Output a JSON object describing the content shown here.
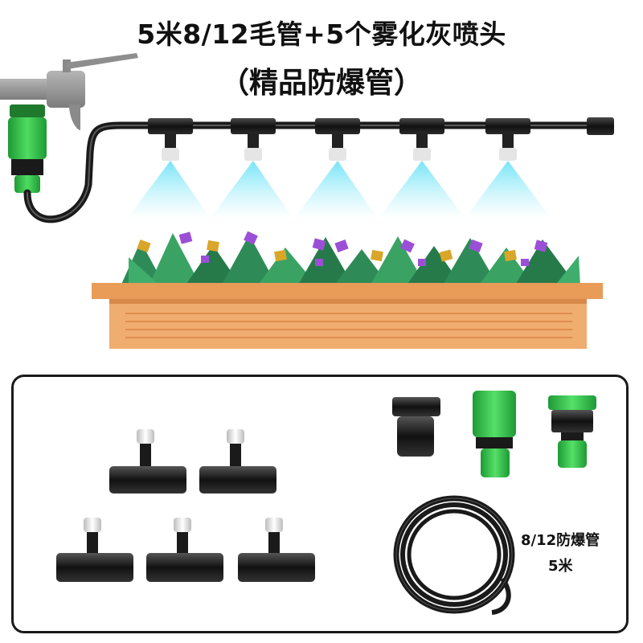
{
  "title": {
    "line1": "5米8/12毛管+5个雾化灰喷头",
    "line2": "（精品防爆管）"
  },
  "hose": {
    "size_label": "8/12防爆管",
    "length_label": "5米"
  },
  "colors": {
    "connector_green": "#2fc24a",
    "faucet_gray": "#9a9a9a",
    "mist_cyan": "#4fd9f2",
    "planter_orange": "#e89a55",
    "leaf_green": "#2e8b57",
    "flower_purple": "#9b4fd6",
    "flower_gold": "#d9a62a",
    "pipe_black": "#1a1a1a"
  },
  "icons": [
    "faucet-icon",
    "misting-nozzle-icon",
    "tee-connector-icon",
    "quick-connector-icon",
    "hose-coil-icon",
    "flower-planter-icon"
  ]
}
